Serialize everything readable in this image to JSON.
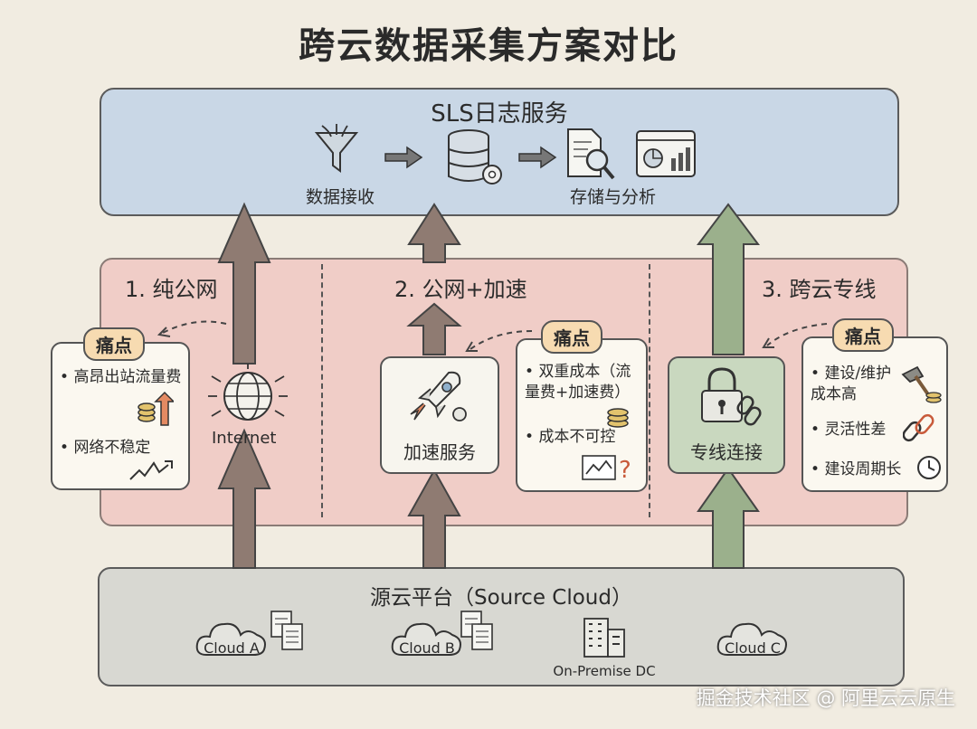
{
  "title": "跨云数据采集方案对比",
  "sls": {
    "title": "SLS日志服务",
    "receive_label": "数据接收",
    "storage_label": "存储与分析"
  },
  "sections": [
    {
      "title": "1. 纯公网",
      "pain_tag": "痛点",
      "pain_items": [
        "高昂出站流量费",
        "网络不稳定"
      ],
      "service_label": "Internet"
    },
    {
      "title": "2. 公网+加速",
      "pain_tag": "痛点",
      "pain_items": [
        "双重成本（流量费+加速费）",
        "成本不可控"
      ],
      "service_label": "加速服务"
    },
    {
      "title": "3. 跨云专线",
      "pain_tag": "痛点",
      "pain_items": [
        "建设/维护成本高",
        "灵活性差",
        "建设周期长"
      ],
      "service_label": "专线连接"
    }
  ],
  "source": {
    "title": "源云平台（Source Cloud）",
    "clouds": [
      "Cloud A",
      "Cloud B",
      "On-Premise DC",
      "Cloud C"
    ]
  },
  "watermark": "掘金技术社区 @ 阿里云云原生",
  "colors": {
    "sls_band": "#c9d7e6",
    "middle_band": "#f0cdc7",
    "source_band": "#d8d8d2",
    "pain_tag": "#f7dbb1",
    "brown_arrow": "#8f7b72",
    "green_arrow": "#9bb08c"
  },
  "icons": [
    "funnel-icon",
    "database-gear-icon",
    "document-search-icon",
    "dashboard-icon",
    "globe-icon",
    "rocket-icon",
    "lock-chain-icon",
    "coins-icon",
    "trend-arrow-icon",
    "question-icon",
    "hammer-icon",
    "chain-link-icon",
    "clock-icon",
    "cloud-icon",
    "building-icon"
  ]
}
